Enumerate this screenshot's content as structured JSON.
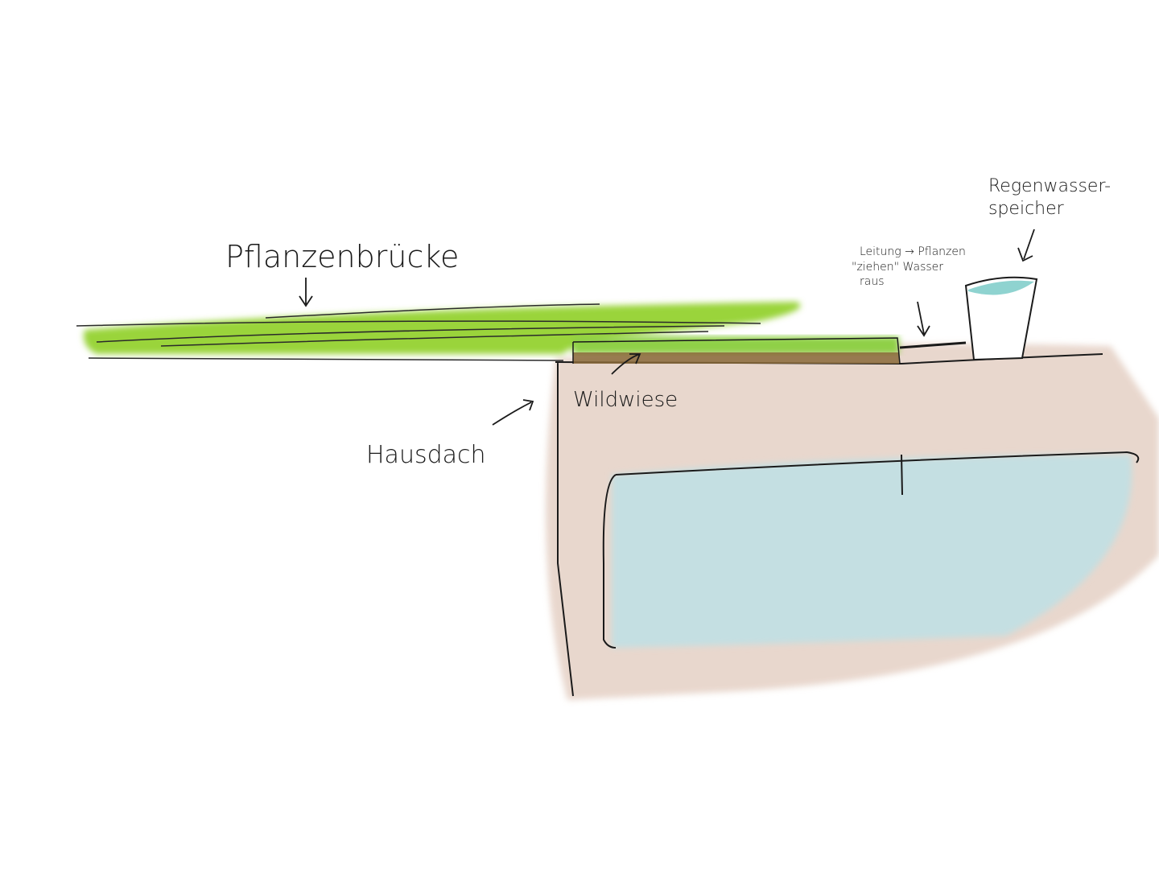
{
  "labels": {
    "bridge": "Pflanzenbrücke",
    "meadow": "Wildwiese",
    "roof": "Hausdach",
    "pipe_line1": "Leitung → Pflanzen",
    "pipe_line2": "\"ziehen\" Wasser",
    "pipe_line3": "raus",
    "tank_line1": "Regenwasser-",
    "tank_line2": "speicher"
  },
  "colors": {
    "green": "#9ad43a",
    "soil": "#8a6a3a",
    "house": "#e6d3c8",
    "water": "#bfe0e4",
    "tank_water": "#8fd3d0",
    "ink": "#1a1a1a"
  }
}
